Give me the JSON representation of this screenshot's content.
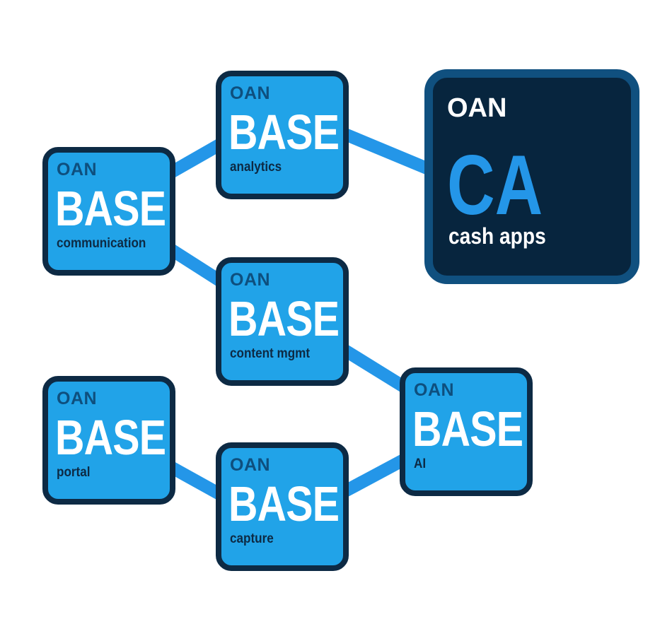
{
  "colors": {
    "node_fill": "#21a3e8",
    "node_border": "#0d2a44",
    "node_prefix": "#0e4f7e",
    "connector": "#2496e8",
    "featured_fill": "#07253e",
    "featured_border": "#10507f",
    "featured_abbr": "#2496e8"
  },
  "nodes": [
    {
      "id": "analytics",
      "prefix": "OAN",
      "title": "BASE",
      "label": "analytics"
    },
    {
      "id": "communication",
      "prefix": "OAN",
      "title": "BASE",
      "label": "communication"
    },
    {
      "id": "content-mgmt",
      "prefix": "OAN",
      "title": "BASE",
      "label": "content mgmt"
    },
    {
      "id": "portal",
      "prefix": "OAN",
      "title": "BASE",
      "label": "portal"
    },
    {
      "id": "capture",
      "prefix": "OAN",
      "title": "BASE",
      "label": "capture"
    },
    {
      "id": "ai",
      "prefix": "OAN",
      "title": "BASE",
      "label": "AI"
    }
  ],
  "featured": {
    "id": "cash-apps",
    "prefix": "OAN",
    "title": "CA",
    "label": "cash apps"
  },
  "edges": [
    [
      "communication",
      "analytics"
    ],
    [
      "analytics",
      "cash-apps"
    ],
    [
      "communication",
      "content-mgmt"
    ],
    [
      "content-mgmt",
      "ai"
    ],
    [
      "portal",
      "capture"
    ],
    [
      "capture",
      "ai"
    ]
  ]
}
